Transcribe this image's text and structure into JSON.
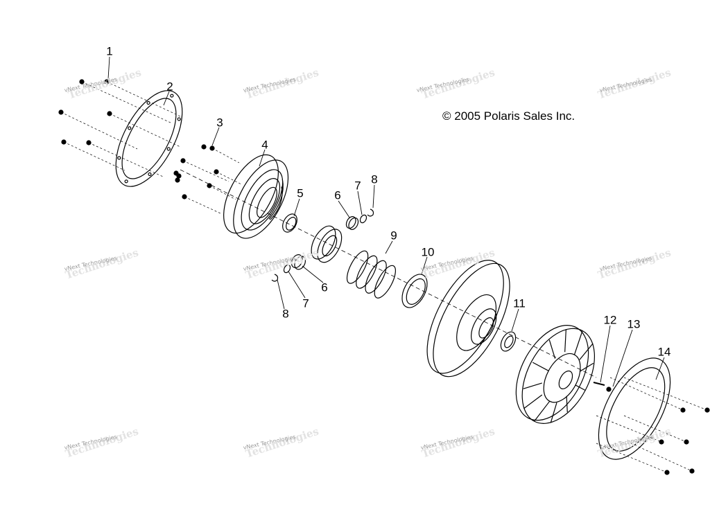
{
  "copyright": "© 2005 Polaris Sales Inc.",
  "watermark": "vNext Technologies",
  "watermark_shadow": "Technologies",
  "callouts": [
    "1",
    "2",
    "3",
    "4",
    "5",
    "6",
    "7",
    "8",
    "9",
    "10",
    "6",
    "7",
    "8",
    "11",
    "12",
    "13",
    "14"
  ],
  "colors": {
    "line": "#000000",
    "watermark": "#9a9a9a",
    "background": "#ffffff"
  }
}
